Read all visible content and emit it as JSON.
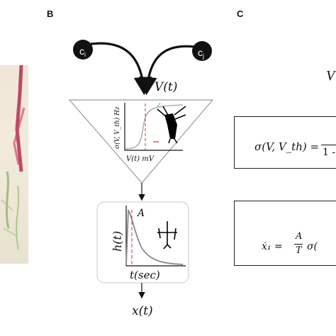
{
  "panels": {
    "b": "B",
    "c": "C"
  },
  "panel_b": {
    "input_left": "c",
    "input_left_sub": "i",
    "input_right": "c",
    "input_right_sub": "j",
    "membrane_voltage": "V(t)",
    "sigmoid_ylabel": "σ(V, V_th) Hz",
    "sigmoid_xlabel": "V(t) mV",
    "kernel_ylabel": "h(t)",
    "kernel_peak": "A",
    "kernel_xlabel": "t(sec)",
    "output": "x(t)"
  },
  "panel_c": {
    "top_fragment": "V",
    "eq1_lhs": "σ(V, V_th) =",
    "eq1_fraction_numerator": "",
    "eq1_fraction_denominator": "1 -",
    "eq2_lhs": "ẋ₁ =",
    "eq2_frac_num": "A",
    "eq2_frac_den": "T",
    "eq2_rest": "σ("
  },
  "colors": {
    "ink": "#111111",
    "triangle_stroke": "#9a9a9a",
    "threshold_dash": "#c0392b",
    "sigmoid_curve": "#b0b0b0",
    "neuron_fill": "#000000",
    "photo_red": "#b0204a",
    "photo_green": "#7fae5a"
  }
}
